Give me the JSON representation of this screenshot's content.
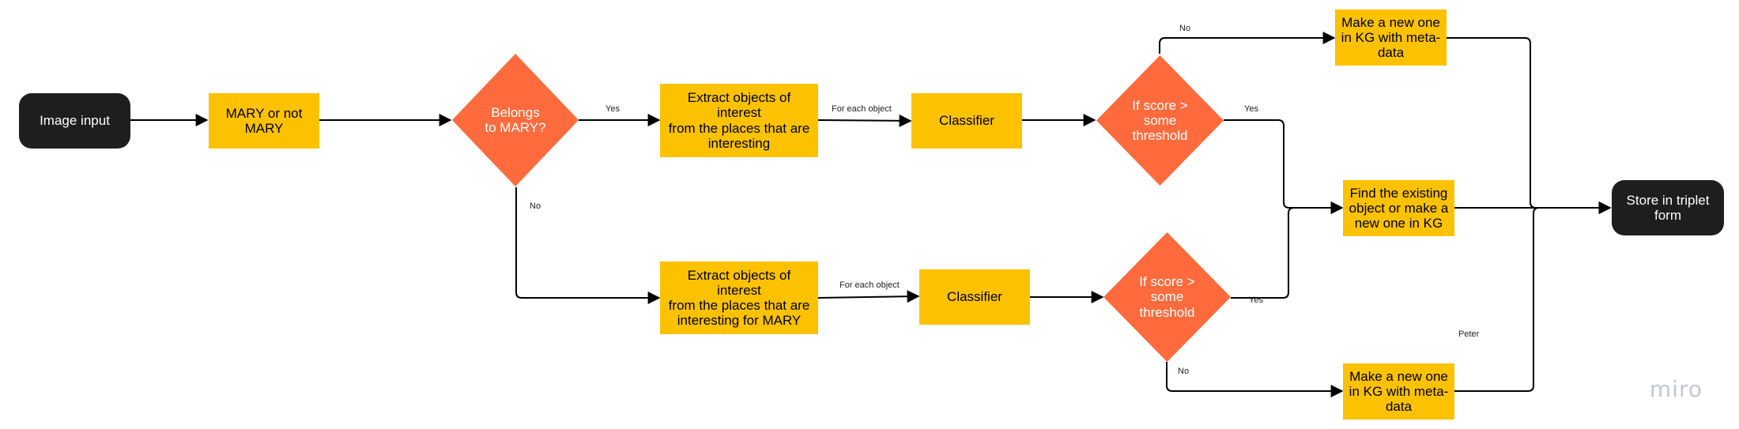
{
  "nodes": {
    "image_input": "Image input",
    "mary_or_not": "MARY or not\nMARY",
    "belongs_mary": "Belongs\nto MARY?",
    "extract_top": "Extract objects of interest\nfrom the places that are\ninteresting",
    "classifier_top": "Classifier",
    "score_top": "If score >\nsome\nthreshold",
    "make_new_top": "Make a new one\nin KG with meta-\ndata",
    "find_existing": "Find the existing\nobject or make a\nnew one in KG",
    "store_triplet": "Store in triplet\nform",
    "extract_bottom": "Extract objects of interest\nfrom the places that are\ninteresting for MARY",
    "classifier_bottom": "Classifier",
    "score_bottom": "If score >\nsome\nthreshold",
    "make_new_bottom": "Make a new one\nin KG with meta-\ndata"
  },
  "edge_labels": {
    "belongs_yes": "Yes",
    "belongs_no": "No",
    "for_each_top": "For each object",
    "for_each_bottom": "For each object",
    "score_top_no": "No",
    "score_top_yes": "Yes",
    "score_bottom_yes": "Yes",
    "score_bottom_no": "No"
  },
  "note": "Peter",
  "watermark": "miro",
  "colors": {
    "terminal": "#1e1e1e",
    "process": "#fcc200",
    "decision": "#ff6b3d",
    "edge": "#000000"
  }
}
